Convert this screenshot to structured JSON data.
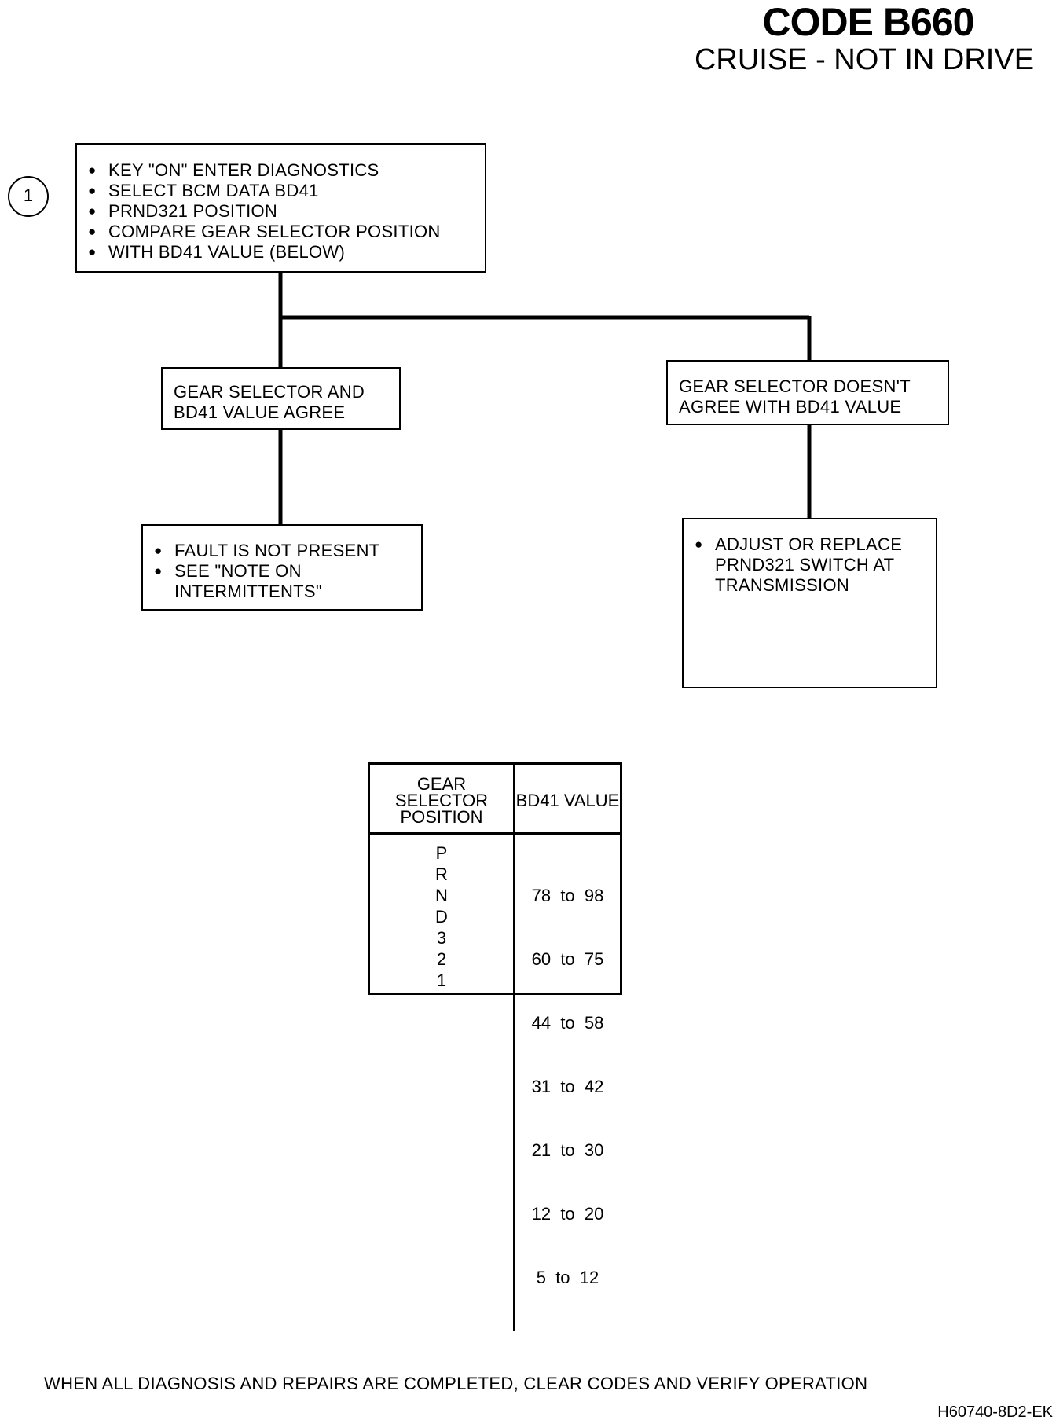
{
  "header": {
    "title": "CODE B660",
    "subtitle": "CRUISE - NOT IN DRIVE"
  },
  "step_marker": "1",
  "step1": {
    "items": [
      "KEY \"ON\" ENTER DIAGNOSTICS",
      "SELECT BCM DATA BD41",
      "PRND321  POSITION",
      "COMPARE GEAR SELECTOR POSITION",
      "WITH BD41 VALUE (BELOW)"
    ]
  },
  "branch_agree": {
    "text": "GEAR SELECTOR AND BD41 VALUE AGREE"
  },
  "branch_disagree": {
    "text": "GEAR SELECTOR DOESN'T AGREE WITH BD41 VALUE"
  },
  "result_agree": {
    "items": [
      "FAULT IS NOT PRESENT",
      "SEE \"NOTE ON INTERMITTENTS\""
    ]
  },
  "result_disagree": {
    "items": [
      "ADJUST OR REPLACE PRND321 SWITCH AT TRANSMISSION"
    ]
  },
  "table": {
    "headers": [
      "GEAR SELECTOR POSITION",
      "BD41 VALUE"
    ],
    "rows": [
      [
        "P",
        "78  to  98"
      ],
      [
        "R",
        "60  to  75"
      ],
      [
        "N",
        "44  to  58"
      ],
      [
        "D",
        "31  to  42"
      ],
      [
        "3",
        "21  to  30"
      ],
      [
        "2",
        "12  to  20"
      ],
      [
        "1",
        "5  to  12"
      ]
    ]
  },
  "footer": "WHEN ALL DIAGNOSIS AND REPAIRS ARE COMPLETED, CLEAR CODES AND VERIFY OPERATION",
  "figure_id": "H60740-8D2-EK"
}
